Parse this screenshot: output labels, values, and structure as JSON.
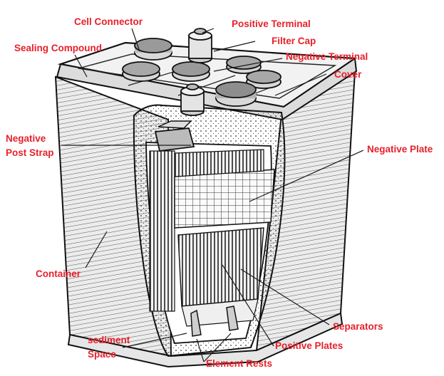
{
  "label_color": "#e8202a",
  "line_color": "#1a1a1a",
  "labels": {
    "cell_connector": "Cell Connector",
    "positive_terminal": "Positive Terminal",
    "filter_cap": "Filter Cap",
    "sealing_compound": "Sealing Compound",
    "negative_terminal": "Negative Terminal",
    "cover": "Cover",
    "negative_post_strap_line1": "Negative",
    "negative_post_strap_line2": "Post Strap",
    "negative_plate": "Negative Plate",
    "container": "Container",
    "separators": "Separators",
    "sediment_space_line1": "sediment",
    "sediment_space_line2": "Space",
    "positive_plates": "Positive Plates",
    "element_rests": "Element Rests"
  }
}
